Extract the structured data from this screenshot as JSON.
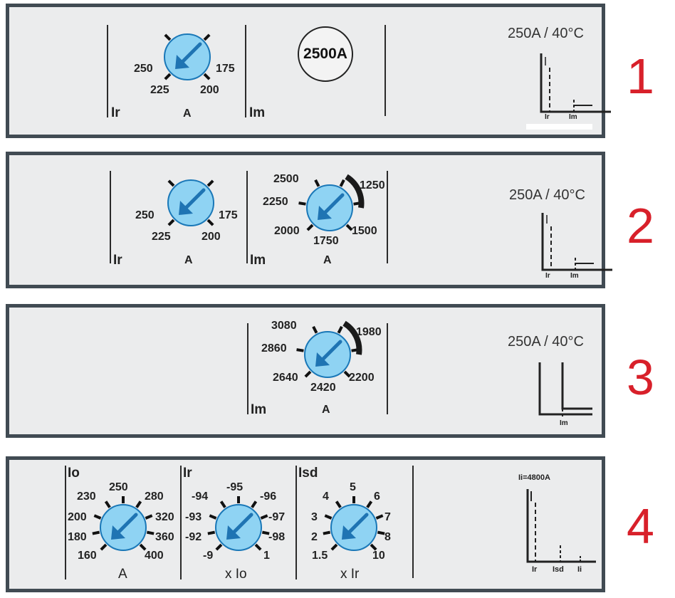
{
  "panels": [
    {
      "number": "1",
      "rating": "250A / 40°C",
      "ir_label": "Ir",
      "ir_unit": "A",
      "ir_ticks": [
        "250",
        "225",
        "200",
        "175"
      ],
      "im_label": "Im",
      "im_fixed": "2500A",
      "curve_labels": [
        "Ir",
        "Im"
      ]
    },
    {
      "number": "2",
      "rating": "250A / 40°C",
      "ir_label": "Ir",
      "ir_unit": "A",
      "ir_ticks": [
        "250",
        "225",
        "200",
        "175"
      ],
      "im_label": "Im",
      "im_unit": "A",
      "im_ticks": [
        "2500",
        "2250",
        "2000",
        "1750",
        "1500",
        "1250"
      ],
      "curve_labels": [
        "Ir",
        "Im"
      ]
    },
    {
      "number": "3",
      "rating": "250A / 40°C",
      "im_label": "Im",
      "im_unit": "A",
      "im_ticks": [
        "3080",
        "2860",
        "2640",
        "2420",
        "2200",
        "1980"
      ],
      "curve_labels": [
        "Im"
      ]
    },
    {
      "number": "4",
      "io_label": "Io",
      "io_unit": "A",
      "io_ticks": [
        "230",
        "250",
        "280",
        "200",
        "320",
        "180",
        "360",
        "160",
        "400"
      ],
      "ir_label": "Ir",
      "ir_unit": "x Io",
      "ir_ticks": [
        "-94",
        "-95",
        "-96",
        "-93",
        "-97",
        "-92",
        "-98",
        "-9",
        "1"
      ],
      "isd_label": "Isd",
      "isd_unit": "x Ir",
      "isd_ticks": [
        "4",
        "5",
        "6",
        "3",
        "7",
        "2",
        "8",
        "1.5",
        "10"
      ],
      "curve_title": "Ii=4800A",
      "curve_labels": [
        "Ir",
        "Isd",
        "Ii"
      ]
    }
  ],
  "colors": {
    "knob_fill": "#8fd3f3",
    "knob_edge": "#1a78b8",
    "arrow": "#1f74b3",
    "panel_border": "#414b53",
    "panel_bg": "#ebeced",
    "number": "#d8202a"
  }
}
